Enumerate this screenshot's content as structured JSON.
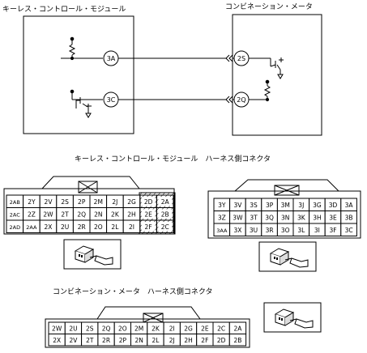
{
  "titles": {
    "left_module": "キーレス・コントロール・モジュール",
    "right_module": "コンビネーション・メータ",
    "harness_left": "キーレス・コントロール・モジュール　ハーネス側コネクタ",
    "harness_bottom": "コンビネーション・メータ　ハーネス側コネクタ"
  },
  "terminals": {
    "left_top": "3A",
    "left_bottom": "3C",
    "right_top": "2S",
    "right_bottom": "2Q"
  },
  "connector_left": {
    "rows": [
      [
        "2AB",
        "2Y",
        "2V",
        "2S",
        "2P",
        "2M",
        "2J",
        "2G",
        "2D",
        "2A"
      ],
      [
        "2AC",
        "2Z",
        "2W",
        "2T",
        "2Q",
        "2N",
        "2K",
        "2H",
        "2E",
        "2B"
      ],
      [
        "2AD",
        "2AA",
        "2X",
        "2U",
        "2R",
        "2O",
        "2L",
        "2I",
        "2F",
        "2C"
      ]
    ]
  },
  "connector_right": {
    "rows": [
      [
        "3Y",
        "3V",
        "3S",
        "3P",
        "3M",
        "3J",
        "3G",
        "3D",
        "3A"
      ],
      [
        "3Z",
        "3W",
        "3T",
        "3Q",
        "3N",
        "3K",
        "3H",
        "3E",
        "3B"
      ],
      [
        "3AA",
        "3X",
        "3U",
        "3R",
        "3O",
        "3L",
        "3I",
        "3F",
        "3C"
      ]
    ]
  },
  "connector_bottom": {
    "rows": [
      [
        "2W",
        "2U",
        "2S",
        "2Q",
        "2O",
        "2M",
        "2K",
        "2I",
        "2G",
        "2E",
        "2C",
        "2A"
      ],
      [
        "2X",
        "2V",
        "2T",
        "2R",
        "2P",
        "2N",
        "2L",
        "2J",
        "2H",
        "2F",
        "2D",
        "2B"
      ]
    ]
  }
}
